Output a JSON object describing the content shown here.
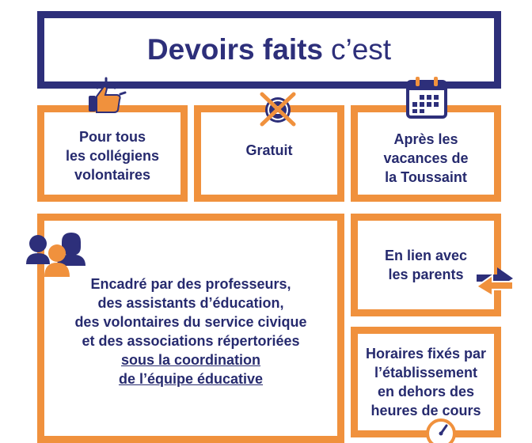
{
  "title": {
    "bold": "Devoirs faits",
    "light": "c’est"
  },
  "boxes": {
    "volontaires": [
      "Pour tous",
      "les collégiens",
      "volontaires"
    ],
    "gratuit": [
      "Gratuit"
    ],
    "toussaint": [
      "Après les",
      "vacances de",
      "la Toussaint"
    ],
    "encadre": [
      "Encadré par des professeurs,",
      "des assistants d’éducation,",
      "des volontaires du service civique",
      "et des associations répertoriées"
    ],
    "encadre_underlined": [
      "sous la coordination",
      "de l’équipe éducative"
    ],
    "parents": [
      "En lien avec",
      "les parents"
    ],
    "horaires": [
      "Horaires fixés par",
      "l’établissement",
      "en dehors des",
      "heures de cours"
    ]
  },
  "colors": {
    "navy": "#2d2f7a",
    "orange": "#f0913d",
    "text": "#262a6e"
  },
  "icons": [
    "thumbs-up-icon",
    "no-money-icon",
    "calendar-icon",
    "people-icon",
    "exchange-arrows-icon",
    "clock-icon"
  ]
}
